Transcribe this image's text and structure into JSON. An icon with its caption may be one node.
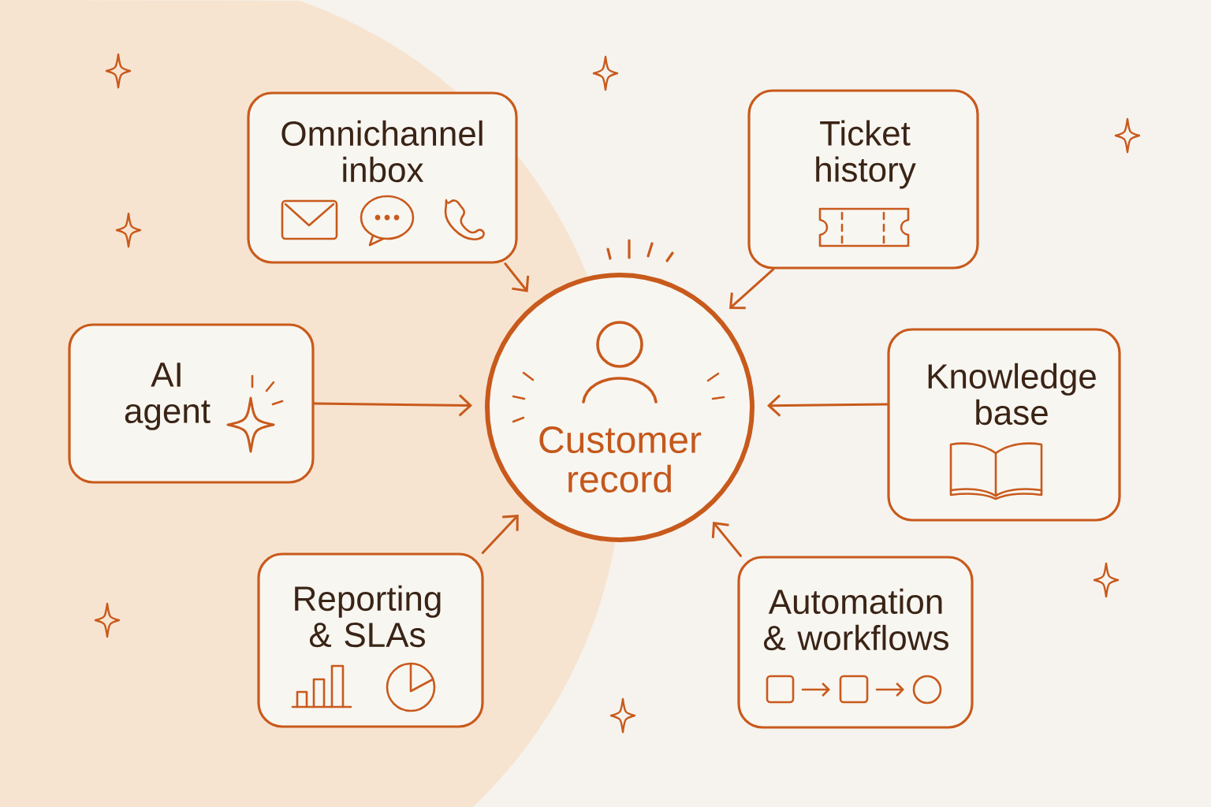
{
  "diagram": {
    "nodes": [
      {
        "text": [
          "Omnichannel inbox"
        ]
      },
      {
        "text": [
          "Ticket history"
        ]
      },
      {
        "text": [
          "AI agent"
        ]
      },
      {
        "text": [
          "Customer record"
        ]
      },
      {
        "text": [
          "Knowledge base"
        ]
      },
      {
        "text": [
          "Reporting & SLAs"
        ]
      },
      {
        "text": [
          "Automation & workflows"
        ]
      }
    ],
    "edges": [
      {
        "from": 0,
        "to": 3,
        "arrow": "to"
      },
      {
        "from": 1,
        "to": 3,
        "arrow": "to"
      },
      {
        "from": 2,
        "to": 3,
        "arrow": "to"
      },
      {
        "from": 4,
        "to": 3,
        "arrow": "to"
      },
      {
        "from": 5,
        "to": 3,
        "arrow": "to"
      },
      {
        "from": 6,
        "to": 3,
        "arrow": "to"
      }
    ]
  }
}
